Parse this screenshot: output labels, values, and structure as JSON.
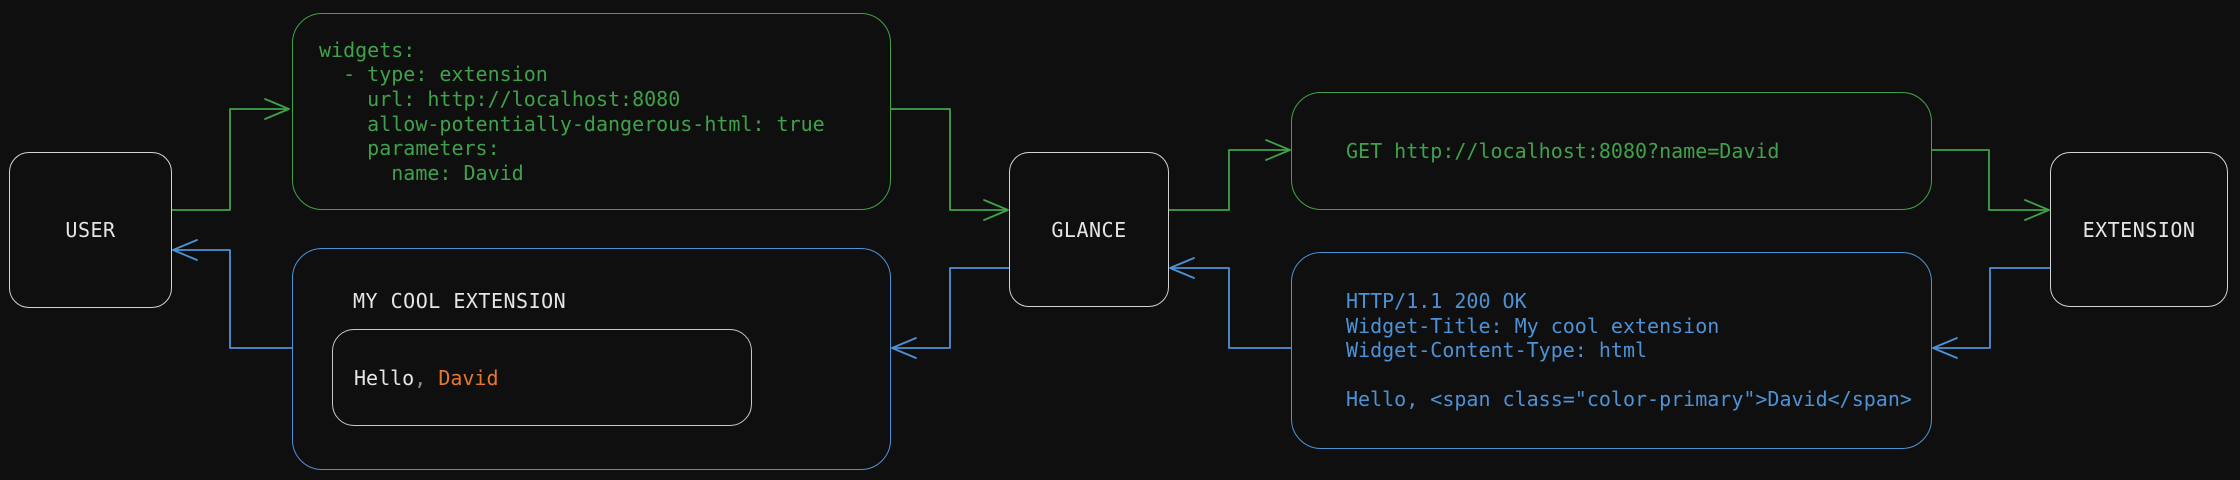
{
  "colors": {
    "background": "#0e0f0e",
    "green": "#3fa24a",
    "blue": "#4d92d6",
    "orange": "#e8772e",
    "node_border": "#d2d2d2",
    "text_light": "#e5e5e5",
    "text_dim": "#8f8f8f",
    "inner_border": "#c8c8c8"
  },
  "nodes": {
    "user": "USER",
    "glance": "GLANCE",
    "extension": "EXTENSION"
  },
  "config_box": {
    "code": "widgets:\n  - type: extension\n    url: http://localhost:8080\n    allow-potentially-dangerous-html: true\n    parameters:\n      name: David"
  },
  "request_box": {
    "code": "GET http://localhost:8080?name=David"
  },
  "response_box": {
    "code": "HTTP/1.1 200 OK\nWidget-Title: My cool extension\nWidget-Content-Type: html\n\nHello, <span class=\"color-primary\">David</span>"
  },
  "widget_box": {
    "title": "MY COOL EXTENSION",
    "greeting_prefix": "Hello",
    "greeting_comma": ", ",
    "greeting_name": "David"
  }
}
